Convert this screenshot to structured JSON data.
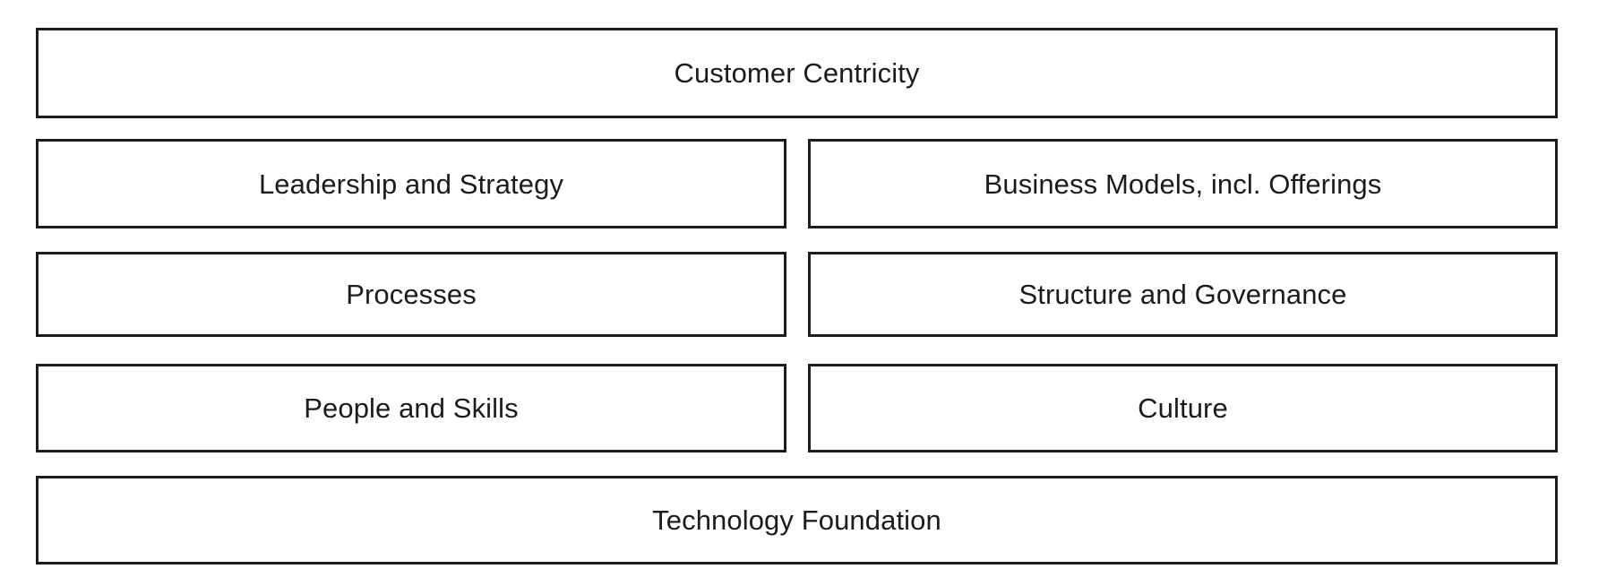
{
  "diagram": {
    "type": "layered-framework",
    "background_color": "#ffffff",
    "border_color": "#1c1c1c",
    "text_color": "#1c1c1c",
    "rows": [
      {
        "id": "top",
        "span": "full",
        "boxes": [
          {
            "id": "customer-centricity",
            "label": "Customer Centricity"
          }
        ]
      },
      {
        "id": "row-2",
        "span": "split",
        "boxes": [
          {
            "id": "leadership-and-strategy",
            "label": "Leadership and Strategy"
          },
          {
            "id": "business-models",
            "label": "Business Models, incl. Offerings"
          }
        ]
      },
      {
        "id": "row-3",
        "span": "split",
        "boxes": [
          {
            "id": "processes",
            "label": "Processes"
          },
          {
            "id": "structure-and-governance",
            "label": "Structure and Governance"
          }
        ]
      },
      {
        "id": "row-4",
        "span": "split",
        "boxes": [
          {
            "id": "people-and-skills",
            "label": "People and Skills"
          },
          {
            "id": "culture",
            "label": "Culture"
          }
        ]
      },
      {
        "id": "bottom",
        "span": "full",
        "boxes": [
          {
            "id": "technology-foundation",
            "label": "Technology Foundation"
          }
        ]
      }
    ]
  }
}
